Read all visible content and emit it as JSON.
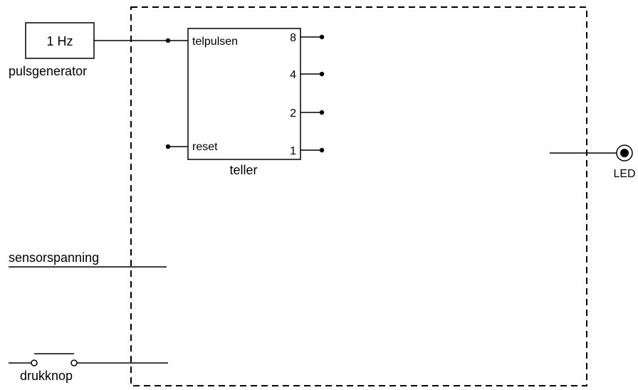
{
  "pulse_generator": {
    "frequency_label": "1 Hz",
    "caption": "pulsgenerator"
  },
  "counter": {
    "input_count_label": "telpulsen",
    "input_reset_label": "reset",
    "caption": "teller",
    "outputs": [
      "8",
      "4",
      "2",
      "1"
    ]
  },
  "led": {
    "caption": "LED"
  },
  "sensor": {
    "caption": "sensorspanning"
  },
  "push_button": {
    "caption": "drukknop"
  }
}
